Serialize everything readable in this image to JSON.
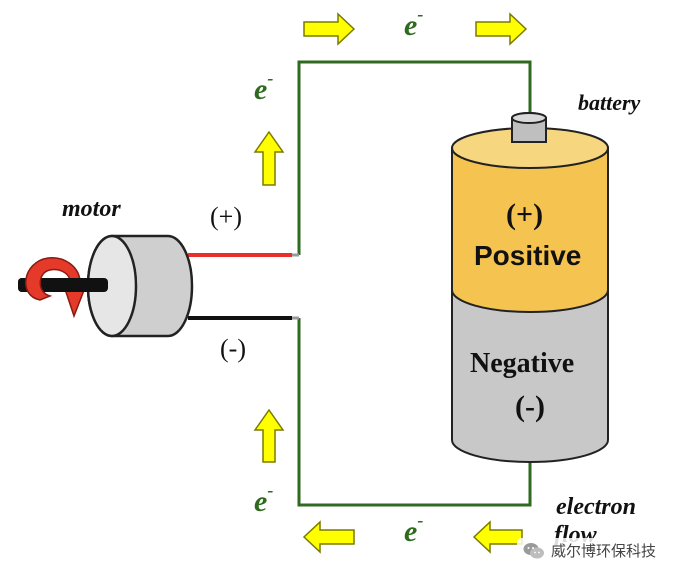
{
  "labels": {
    "battery": "battery",
    "motor": "motor",
    "motor_plus": "(+)",
    "motor_minus": "(-)",
    "positive_sign": "(+)",
    "positive_word": "Positive",
    "negative_word": "Negative",
    "negative_sign": "(-)",
    "electron_line1": "electron",
    "electron_line2": "flow",
    "electron_symbol": "e",
    "electron_superscript": "-"
  },
  "watermark": {
    "text": "威尔博环保科技",
    "icon": "wechat-icon"
  },
  "colors": {
    "wire": "#2e6b1f",
    "arrow_fill": "#ffff00",
    "arrow_stroke": "#7a7a00",
    "battery_positive": "#f5c350",
    "battery_negative": "#c8c8c8",
    "motor_red": "#e53a2a",
    "lead_red": "#e8302a",
    "lead_black": "#111111"
  }
}
